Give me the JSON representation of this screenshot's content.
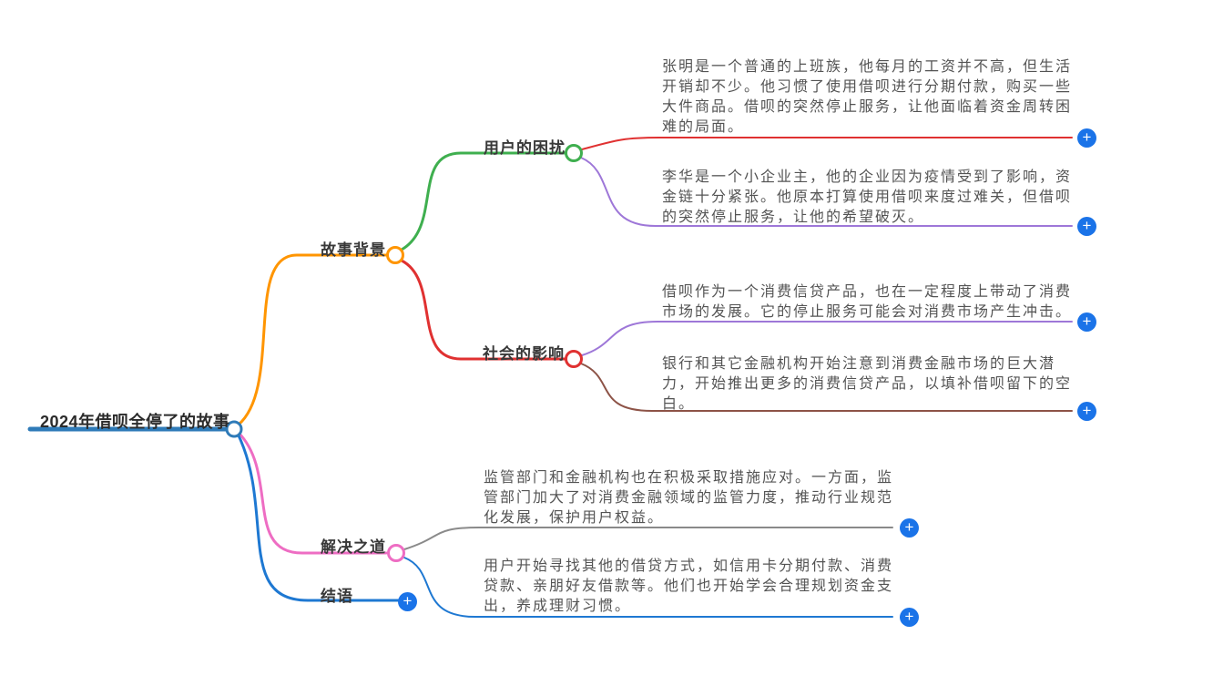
{
  "root": {
    "title": "2024年借呗全停了的故事"
  },
  "branches": {
    "background": {
      "label": "故事背景"
    },
    "user_trouble": {
      "label": "用户的困扰"
    },
    "social_impact": {
      "label": "社会的影响"
    },
    "solution": {
      "label": "解决之道"
    },
    "conclusion": {
      "label": "结语"
    }
  },
  "leaves": {
    "zhang_ming": {
      "text": "张明是一个普通的上班族，他每月的工资并不高，但生活\n开销却不少。他习惯了使用借呗进行分期付款，购买一些\n大件商品。借呗的突然停止服务，让他面临着资金周转困\n难的局面。"
    },
    "li_hua": {
      "text": "李华是一个小企业主，他的企业因为疫情受到了影响，资\n金链十分紧张。他原本打算使用借呗来度过难关，但借呗\n的突然停止服务，让他的希望破灭。"
    },
    "market_impact": {
      "text": "借呗作为一个消费信贷产品，也在一定程度上带动了消费\n市场的发展。它的停止服务可能会对消费市场产生冲击。"
    },
    "bank_response": {
      "text": "银行和其它金融机构开始注意到消费金融市场的巨大潜\n力，开始推出更多的消费信贷产品，以填补借呗留下的空\n白。"
    },
    "regulation": {
      "text": "监管部门和金融机构也在积极采取措施应对。一方面，监\n管部门加大了对消费金融领域的监管力度，推动行业规范\n化发展，保护用户权益。"
    },
    "user_adaptation": {
      "text": "用户开始寻找其他的借贷方式，如信用卡分期付款、消费\n贷款、亲朋好友借款等。他们也开始学会合理规划资金支\n出，养成理财习惯。"
    }
  },
  "icons": {
    "plus": "+"
  },
  "colors": {
    "root_blue": "#2f7bb8",
    "orange": "#ff9500",
    "green": "#3faf4f",
    "red": "#e03131",
    "purple": "#9e77d8",
    "brown": "#8d5347",
    "pink": "#ee6dc3",
    "blue": "#1e78d2",
    "gray": "#8a8a8a",
    "plus_blue": "#1a73e8",
    "node_fill": "#ffffff"
  }
}
